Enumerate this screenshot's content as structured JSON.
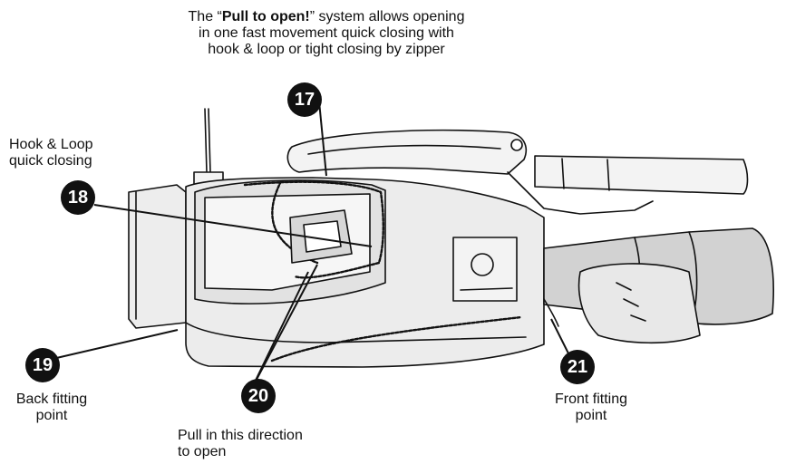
{
  "header": {
    "line1_prefix": "The “",
    "line1_bold": "Pull to open!",
    "line1_suffix": "” system allows opening",
    "line2": "in one fast movement quick closing with",
    "line3": "hook & loop or tight closing by zipper"
  },
  "labels": {
    "hook_loop_1": "Hook & Loop",
    "hook_loop_2": "quick closing",
    "back_1": "Back fitting",
    "back_2": "point",
    "pull_1": "Pull in this direction",
    "pull_2": "to open",
    "front_1": "Front fitting",
    "front_2": "point"
  },
  "callouts": {
    "n17": "17",
    "n18": "18",
    "n19": "19",
    "n20": "20",
    "n21": "21"
  },
  "colors": {
    "ink": "#111111",
    "badge": "#111111",
    "cover_fill": "#e6e6e6",
    "body_fill": "#f0f0f0",
    "lens_fill": "#cfcfcf"
  }
}
